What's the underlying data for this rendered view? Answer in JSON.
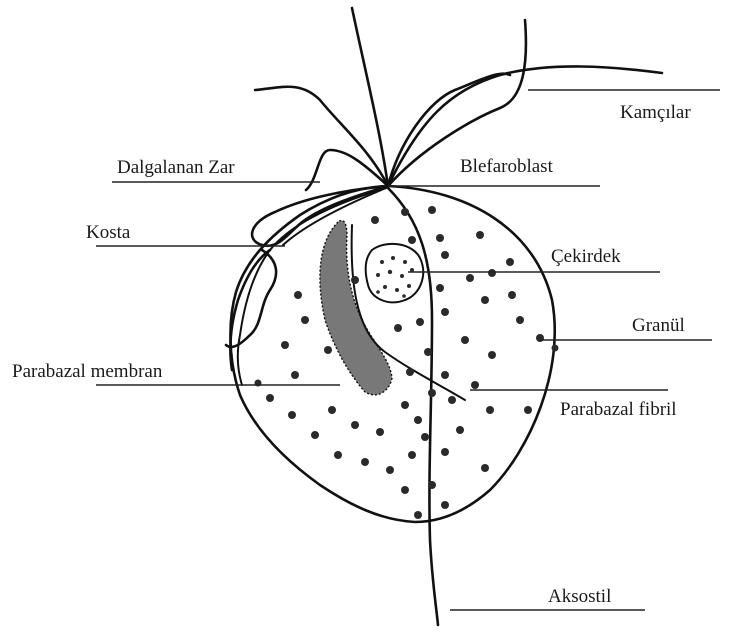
{
  "labels": {
    "flagella": "Kamçılar",
    "undulating_membrane": "Dalgalanan Zar",
    "blepharoblast": "Blefaroblast",
    "costa": "Kosta",
    "nucleus": "Çekirdek",
    "granule": "Granül",
    "parabasal_membrane": "Parabazal membran",
    "parabasal_fibril": "Parabazal fibril",
    "axostyle": "Aksostil"
  },
  "colors": {
    "ink": "#111111",
    "background": "#ffffff"
  }
}
